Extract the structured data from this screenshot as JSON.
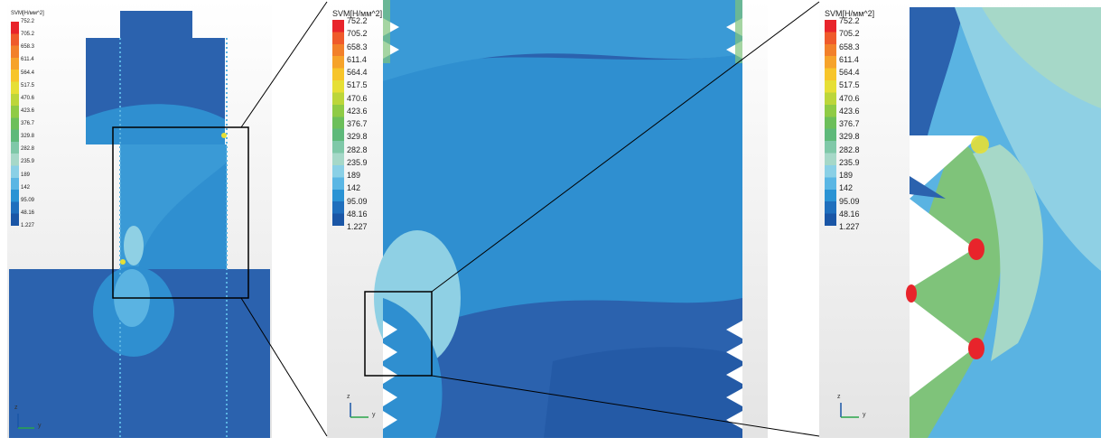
{
  "legend": {
    "title": "SVM[Н/мм^2]",
    "values": [
      "752.2",
      "705.2",
      "658.3",
      "611.4",
      "564.4",
      "517.5",
      "470.6",
      "423.6",
      "376.7",
      "329.8",
      "282.8",
      "235.9",
      "189",
      "142",
      "95.09",
      "48.16",
      "1.227"
    ],
    "colors": [
      "#e8242b",
      "#ef5a2b",
      "#f2802a",
      "#f6a32a",
      "#f7c52a",
      "#e6df35",
      "#bcd63a",
      "#8fcb45",
      "#6cbf5a",
      "#5eb97a",
      "#7fc8a8",
      "#a6d8c8",
      "#8ad0e6",
      "#5ab6e4",
      "#2a93d4",
      "#1f6fbd",
      "#1a56a6"
    ]
  },
  "axes": {
    "z": "z",
    "y": "y"
  },
  "colors": {
    "low": "#2b62ae",
    "mid": "#2f8fd0",
    "light": "#5ab3e2",
    "pale": "#8fd0e4",
    "green": "#7fc37a",
    "yellow": "#e6df35",
    "red": "#e8242b"
  }
}
